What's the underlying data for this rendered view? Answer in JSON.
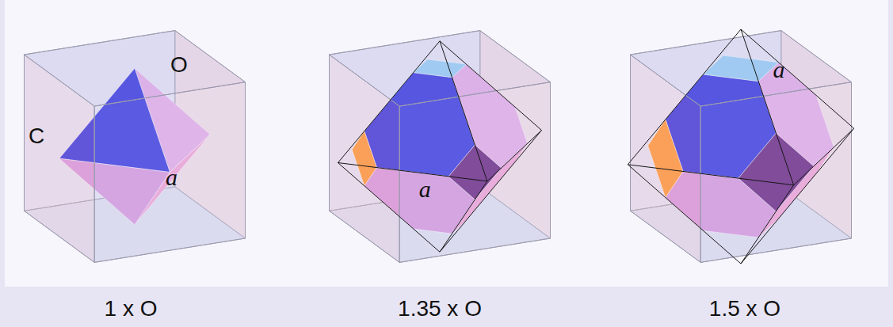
{
  "diagram": {
    "labels": [
      "C",
      "O",
      "a",
      "1 x O",
      "a",
      "1.35 x O",
      "a",
      "1.5 x O"
    ]
  }
}
